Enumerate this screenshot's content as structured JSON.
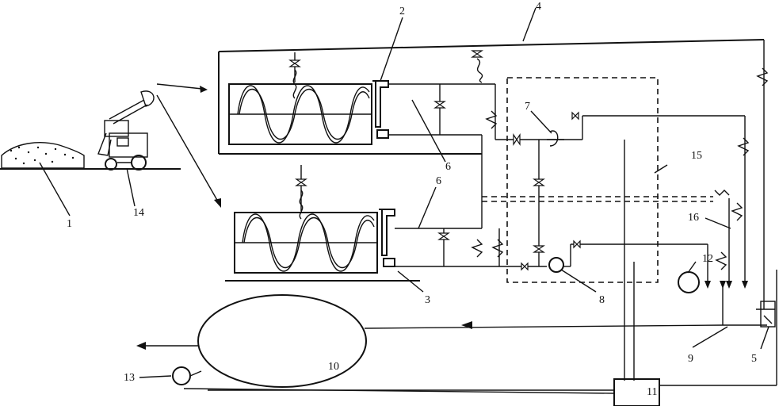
{
  "labels": {
    "pile": "1",
    "upper_dryer": "2",
    "lower_dryer": "3",
    "line_4": "4",
    "unit_5": "5",
    "line_6_upper": "6",
    "line_6_lower": "6",
    "valve_7": "7",
    "pump_8": "8",
    "unit_9": "9",
    "tank": "10",
    "control_box": "11",
    "pump_12": "12",
    "pump_13": "13",
    "loader": "14",
    "dashed_zone": "15",
    "lines_16": "16"
  },
  "colors": {
    "ink": "#111111",
    "paper": "#ffffff"
  }
}
